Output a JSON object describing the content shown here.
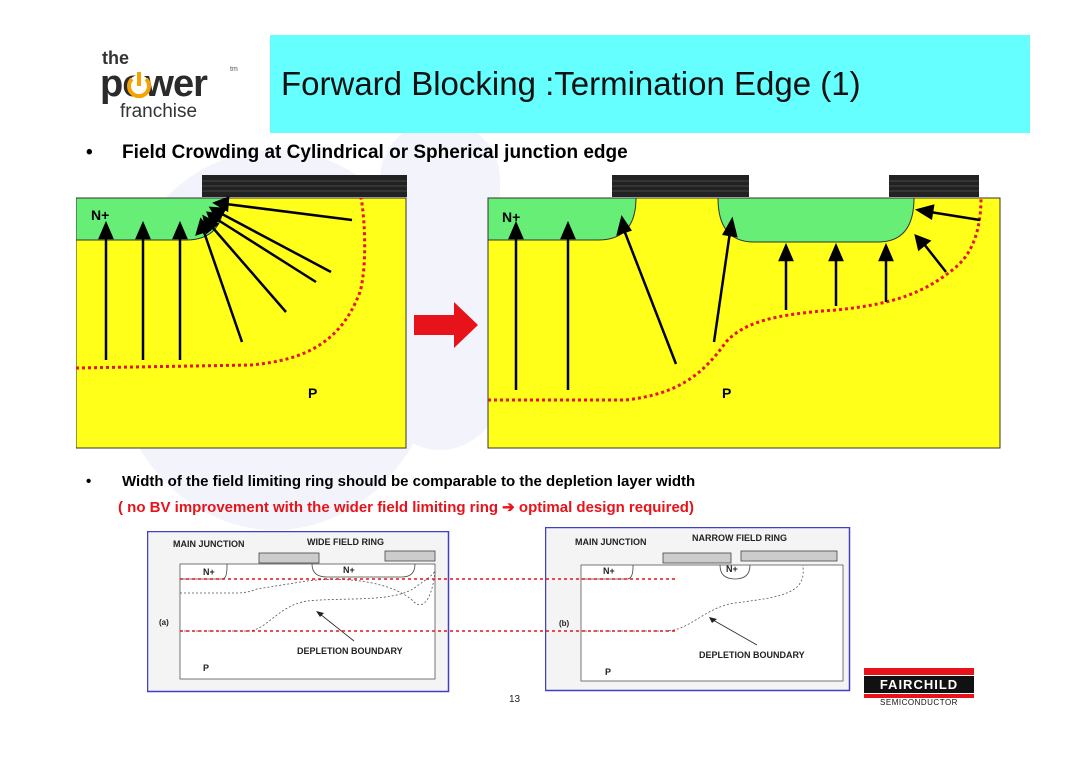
{
  "logo": {
    "the": "the",
    "word": "power",
    "franchise": "franchise",
    "tm": "tm"
  },
  "title": "Forward Blocking :Termination Edge (1)",
  "bullet_symbol": "•",
  "bullet1": "Field Crowding at Cylindrical or Spherical junction edge",
  "bullet2": "Width of the field limiting ring should be comparable to the depletion layer width",
  "sub_note": "( no BV improvement with the wider field limiting ring ➔ optimal design required)",
  "diagram_left": {
    "n_label": "N+",
    "p_label": "P"
  },
  "diagram_right": {
    "n_label": "N+",
    "p_label": "P"
  },
  "figure_a": {
    "main_junction": "MAIN JUNCTION",
    "ring_label": "WIDE FIELD RING",
    "n1": "N+",
    "n2": "N+",
    "panel": "(a)",
    "depletion": "DEPLETION BOUNDARY",
    "p": "P"
  },
  "figure_b": {
    "main_junction": "MAIN JUNCTION",
    "ring_label": "NARROW FIELD RING",
    "n1": "N+",
    "n2": "N+",
    "panel": "(b)",
    "depletion": "DEPLETION BOUNDARY",
    "p": "P"
  },
  "page_number": "13",
  "footer_logo": {
    "name": "FAIRCHILD",
    "sub": "SEMICONDUCTOR"
  },
  "colors": {
    "title_bg": "#66ffff",
    "p_region": "#ffff1a",
    "n_region": "#66ee77",
    "red_accent": "#e8131a",
    "figure_border": "#4040c0"
  }
}
